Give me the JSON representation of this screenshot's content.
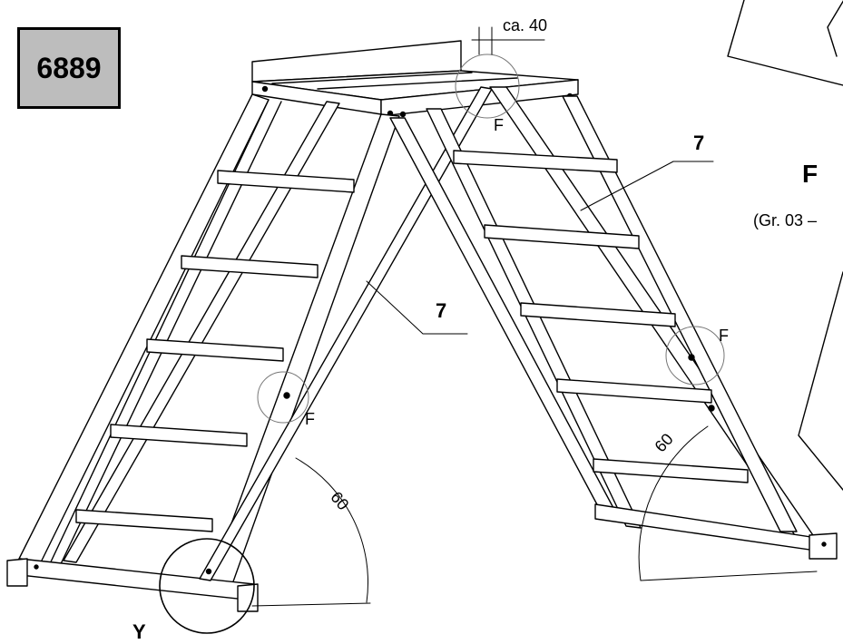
{
  "drawing": {
    "part_number": "6889",
    "dimension_top": "ca. 40",
    "callout_left": "7",
    "callout_right": "7",
    "angle_left": "60",
    "angle_right": "60",
    "detail_F_marker": "F",
    "detail_Y_marker": "Y",
    "detail_view_title": "F",
    "detail_view_note": "(Gr. 03 –"
  }
}
